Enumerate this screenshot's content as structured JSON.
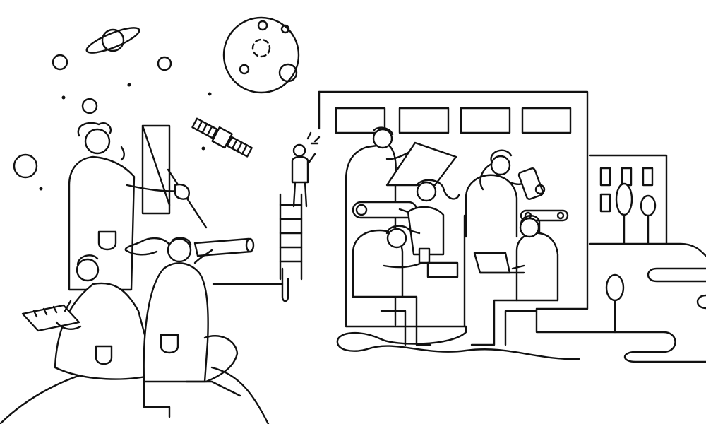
{
  "colors": {
    "ink": "#111111",
    "paper": "#ffffff"
  },
  "icons": {
    "sky": [
      "planet-icon",
      "moon-icon",
      "satellite-icon",
      "star-icon",
      "bubble-icon"
    ],
    "scientists": [
      "scientist-with-pointer",
      "scientist-with-telescope",
      "scientist-with-notepad"
    ],
    "factory": [
      "factory-building-icon",
      "robot-arm-icon",
      "conveyor-roller-icon",
      "laptop-icon",
      "ladder-icon"
    ],
    "environment": [
      "hill-icon",
      "tree-icon",
      "small-building-icon",
      "road-icon"
    ]
  }
}
